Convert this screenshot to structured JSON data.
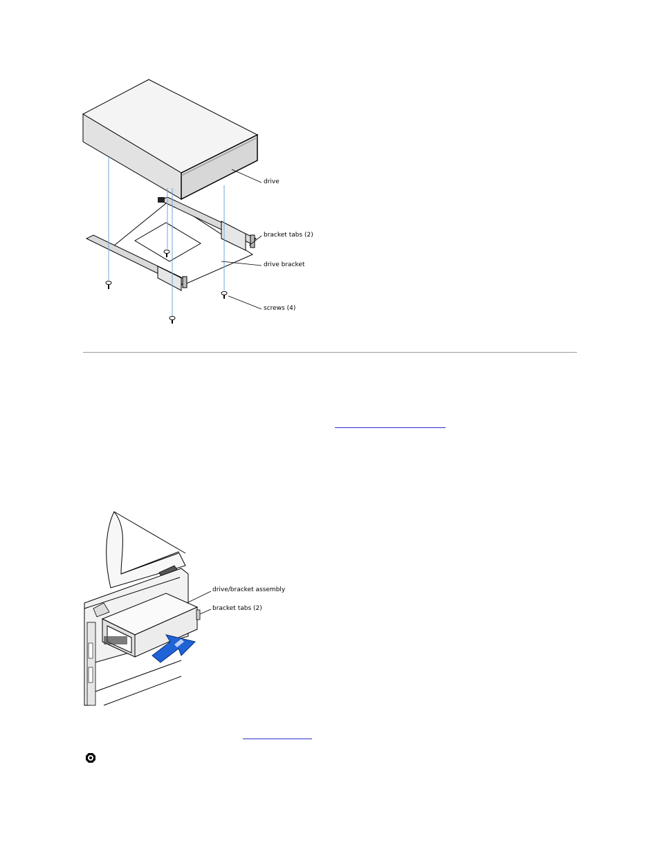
{
  "figure1": {
    "callouts": {
      "drive": "drive",
      "bracket_tabs": "bracket tabs (2)",
      "drive_bracket": "drive bracket",
      "screws": "screws (4)"
    }
  },
  "figure2": {
    "callouts": {
      "assembly": "drive/bracket assembly",
      "bracket_tabs": "bracket tabs (2)"
    }
  },
  "colors": {
    "guide_line": "#6fa6d8",
    "arrow": "#1f63d6",
    "link": "#2a2ad0",
    "rule": "#9a9a9a"
  },
  "icons": [
    "notice-icon"
  ]
}
